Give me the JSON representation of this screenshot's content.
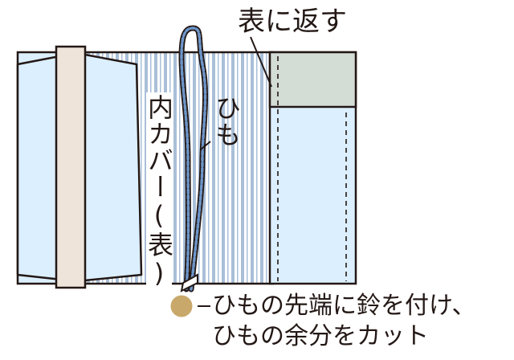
{
  "labels": {
    "turn_over": "表に返す",
    "inner_cover_surface": "内カバー(表)",
    "string": "ひも",
    "bell_line1": "ひもの先端に鈴を付け、",
    "bell_line2": "ひもの余分をカット"
  },
  "colors": {
    "outline": "#231815",
    "light_blue": "#dcefff",
    "beige": "#eee4da",
    "stripe_blue": "#a9bfd8",
    "gray_green": "#d4dcd6",
    "cord_blue": "#6d95c8",
    "bell": "#c9a96b"
  }
}
